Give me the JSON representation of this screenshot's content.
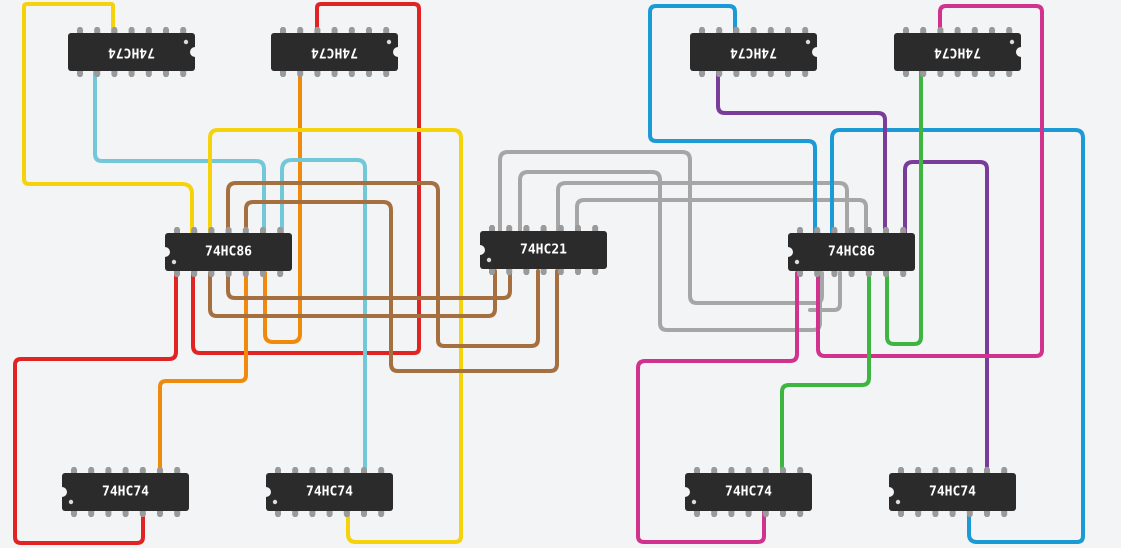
{
  "diagram": {
    "background": "#f3f4f6",
    "chip_color": "#2b2b2b",
    "pin_color": "#9a9a9a",
    "wire_colors": {
      "yellow": "#f5d20a",
      "red": "#e02424",
      "orange": "#f08a0c",
      "lightblue": "#72c8d8",
      "brown": "#a56f3f",
      "gray": "#a6a6a6",
      "blue": "#1b9ad6",
      "purple": "#7a3c9a",
      "magenta": "#d0328e",
      "green": "#3db540"
    },
    "chips": [
      {
        "id": "ff-top-1",
        "part": "74HC74",
        "flipped": true
      },
      {
        "id": "ff-top-2",
        "part": "74HC74",
        "flipped": true
      },
      {
        "id": "ff-top-3",
        "part": "74HC74",
        "flipped": true
      },
      {
        "id": "ff-top-4",
        "part": "74HC74",
        "flipped": true
      },
      {
        "id": "xor-left",
        "part": "74HC86",
        "flipped": false
      },
      {
        "id": "and-center",
        "part": "74HC21",
        "flipped": false
      },
      {
        "id": "xor-right",
        "part": "74HC86",
        "flipped": false
      },
      {
        "id": "ff-bottom-1",
        "part": "74HC74",
        "flipped": false
      },
      {
        "id": "ff-bottom-2",
        "part": "74HC74",
        "flipped": false
      },
      {
        "id": "ff-bottom-3",
        "part": "74HC74",
        "flipped": false
      },
      {
        "id": "ff-bottom-4",
        "part": "74HC74",
        "flipped": false
      }
    ]
  }
}
